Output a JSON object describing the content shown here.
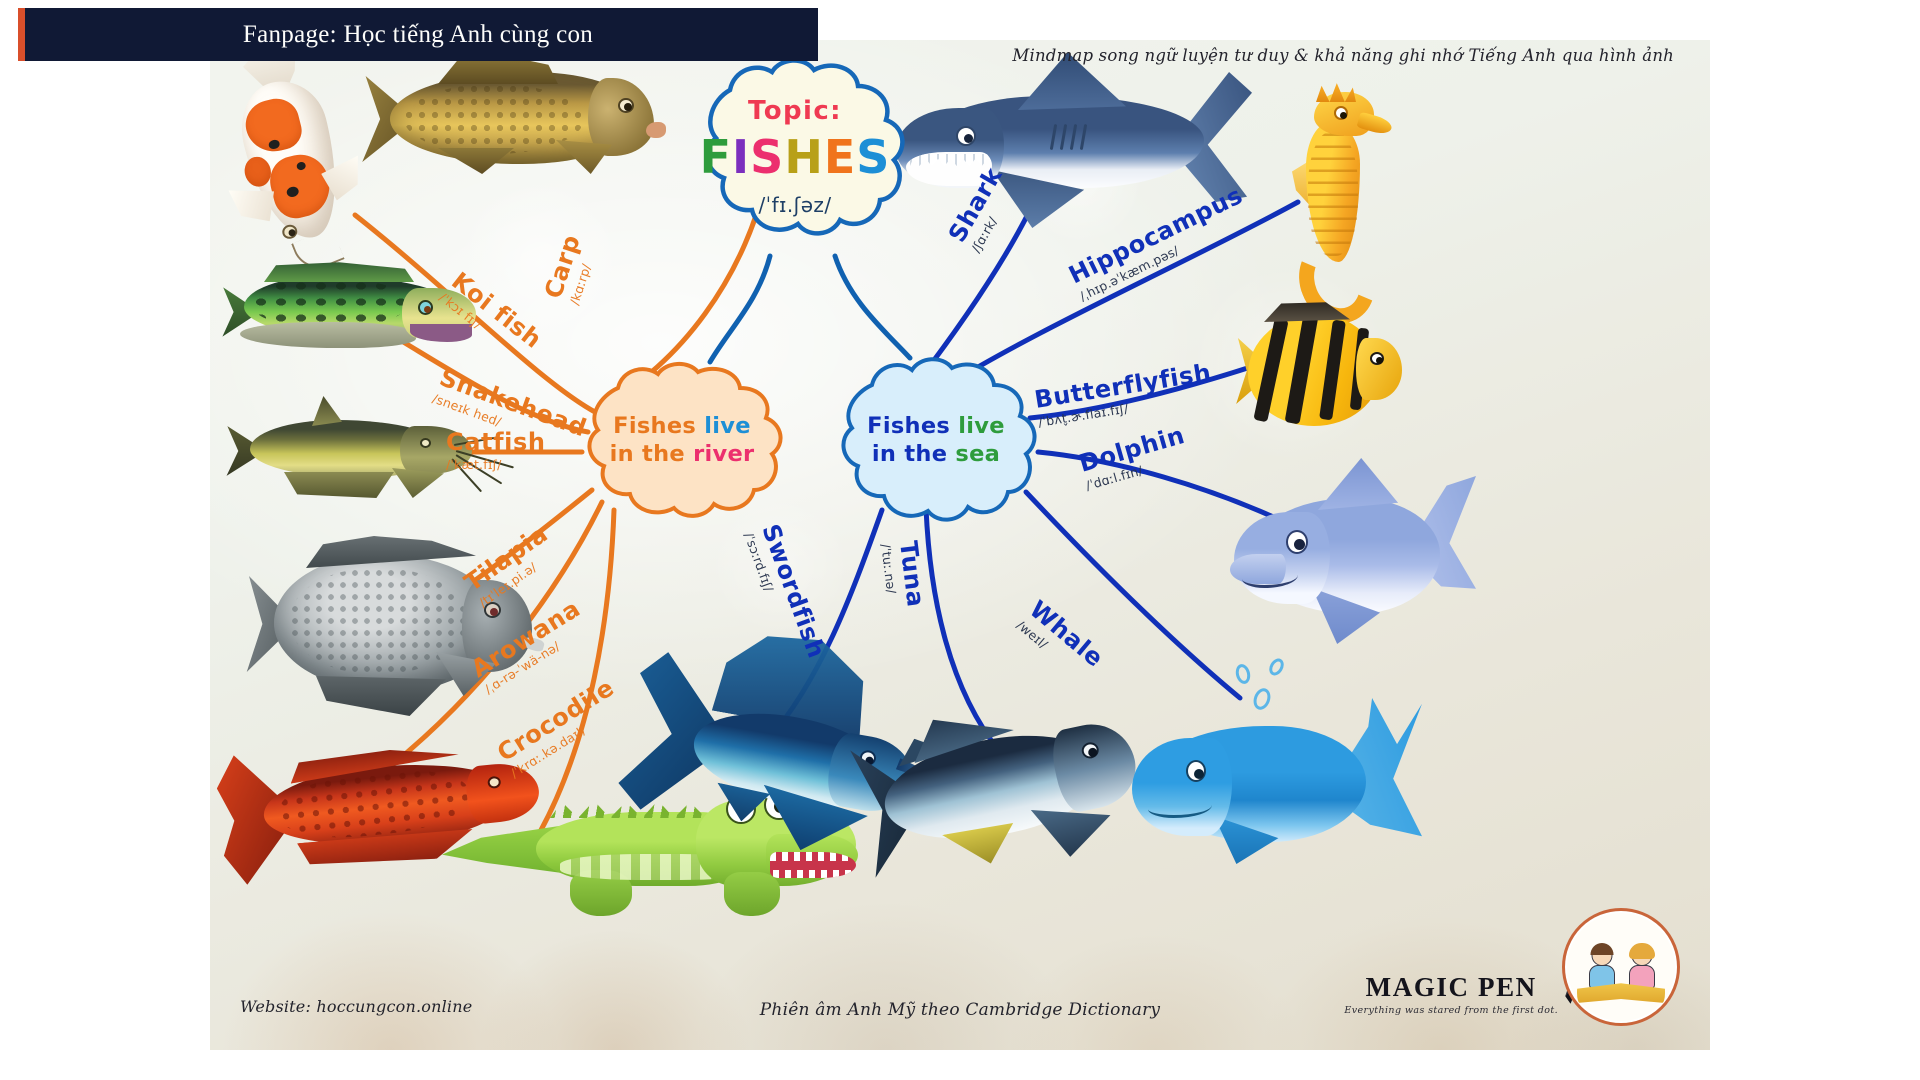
{
  "banner": {
    "text": "Fanpage: Học tiếng Anh cùng con"
  },
  "tagline": "Mindmap song ngữ luyện tư duy & khả năng ghi nhớ Tiếng Anh qua hình ảnh",
  "footer": {
    "website": "Website: hoccungcon.online",
    "credit": "Phiên âm Anh Mỹ theo Cambridge Dictionary"
  },
  "logo": {
    "main": "MAGIC PEN",
    "sub": "Everything was stared from the first dot."
  },
  "center": {
    "topic_label": "Topic:",
    "title": "FISHES",
    "title_letters": [
      {
        "ch": "F",
        "color": "#2e9c3c"
      },
      {
        "ch": "I",
        "color": "#7b2fbe"
      },
      {
        "ch": "S",
        "color": "#ec2f6e"
      },
      {
        "ch": "H",
        "color": "#b8a018"
      },
      {
        "ch": "E",
        "color": "#f0741c"
      },
      {
        "ch": "S",
        "color": "#1d8fd6"
      }
    ],
    "phonetic": "/ˈfɪ.ʃəz/"
  },
  "branches": [
    {
      "id": "river",
      "heading_parts": [
        {
          "t": "Fishes ",
          "color": "#e8781f"
        },
        {
          "t": "live",
          "color": "#1d8fd6"
        },
        {
          "t": "in the ",
          "color": "#e8781f"
        },
        {
          "t": "river",
          "color": "#ec2f6e"
        }
      ],
      "heading_line1": "Fishes live",
      "heading_line2": "in the river",
      "accent": "#e8781f",
      "items": [
        {
          "word": "Koi fish",
          "phonetic": "/ˈkɔɪ fɪʃ/"
        },
        {
          "word": "Carp",
          "phonetic": "/kɑːrp/"
        },
        {
          "word": "Snakehead",
          "phonetic": "/sneɪk hed/"
        },
        {
          "word": "Catfish",
          "phonetic": "/ˈkæt.fɪʃ/"
        },
        {
          "word": "Tilapia",
          "phonetic": "/tɪˈleɪ.pi.ə/"
        },
        {
          "word": "Arowana",
          "phonetic": "/ˌɑ-rə-ˈwä-nə/"
        },
        {
          "word": "Crocodile",
          "phonetic": "/ˈkrɑː.kə.daɪl/"
        }
      ]
    },
    {
      "id": "sea",
      "heading_line1": "Fishes live",
      "heading_line2": "in the sea",
      "accent": "#1030b8",
      "items": [
        {
          "word": "Shark",
          "phonetic": "/ʃɑːrk/"
        },
        {
          "word": "Hippocampus",
          "phonetic": "/ˌhɪp.əˈkæm.pəs/"
        },
        {
          "word": "Butterflyfish",
          "phonetic": "/ˈbʌt̬.ɚ.flaɪ.fɪʃ/"
        },
        {
          "word": "Dolphin",
          "phonetic": "/ˈdɑːl.fɪn/"
        },
        {
          "word": "Whale",
          "phonetic": "/weɪl/"
        },
        {
          "word": "Tuna",
          "phonetic": "/ˈtuː.nə/"
        },
        {
          "word": "Swordfish",
          "phonetic": "/ˈsɔːrd.fɪʃ/"
        }
      ]
    }
  ],
  "sea_heading_parts": [
    {
      "t": "Fishes ",
      "color": "#1030b8"
    },
    {
      "t": "live",
      "color": "#2e9c3c"
    },
    {
      "t": "in the ",
      "color": "#1030b8"
    },
    {
      "t": "sea",
      "color": "#2e9c3c"
    }
  ],
  "specimens": [
    {
      "name": "koi-fish"
    },
    {
      "name": "carp"
    },
    {
      "name": "snakehead"
    },
    {
      "name": "catfish"
    },
    {
      "name": "tilapia"
    },
    {
      "name": "arowana"
    },
    {
      "name": "crocodile"
    },
    {
      "name": "shark"
    },
    {
      "name": "seahorse"
    },
    {
      "name": "butterflyfish"
    },
    {
      "name": "dolphin"
    },
    {
      "name": "swordfish"
    },
    {
      "name": "tuna"
    },
    {
      "name": "whale"
    }
  ]
}
